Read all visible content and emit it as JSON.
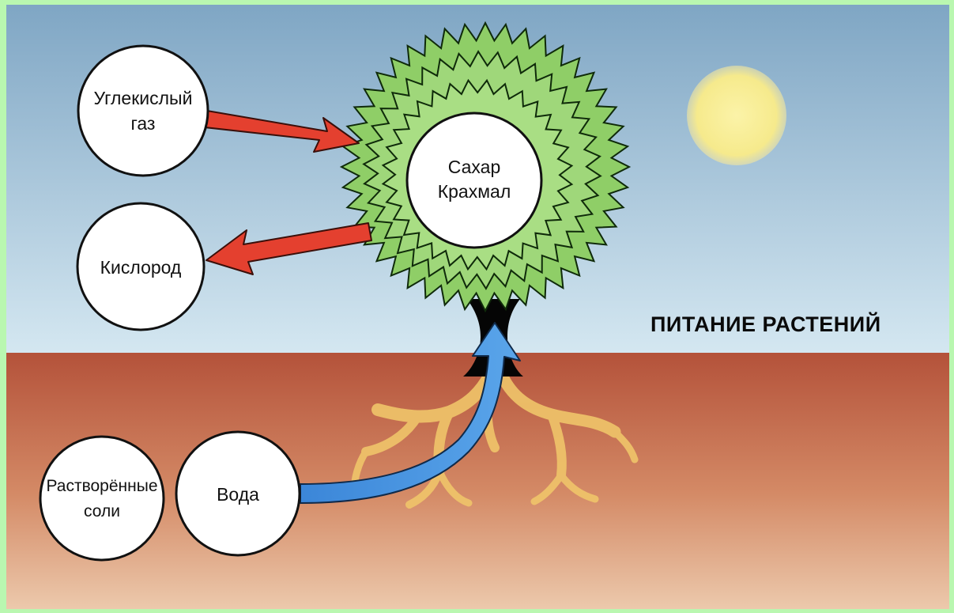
{
  "title": "ПИТАНИЕ РАСТЕНИЙ",
  "nodes": {
    "co2": {
      "line1": "Углекислый",
      "line2": "газ"
    },
    "oxygen": {
      "line1": "Кислород"
    },
    "starch": {
      "line1": "Сахар",
      "line2": "Крахмал"
    },
    "salts": {
      "line1": "Растворённые",
      "line2": "соли"
    },
    "water": {
      "line1": "Вода"
    }
  },
  "colors": {
    "sky_top": "#7fa6c4",
    "sky_bottom": "#d2e6f0",
    "soil_top": "#b8553a",
    "soil_bottom": "#e9c2a4",
    "sun": "#f8ef9a",
    "crown_outer": "#8dcc67",
    "crown_inner": "#a6dc80",
    "trunk": "#050505",
    "red_arrow": "#e4402f",
    "blue_arrow": "#3a8ad8",
    "roots": "#f0c56a"
  },
  "icons": [
    "sun-icon",
    "tree-crown-icon",
    "roots-icon"
  ]
}
